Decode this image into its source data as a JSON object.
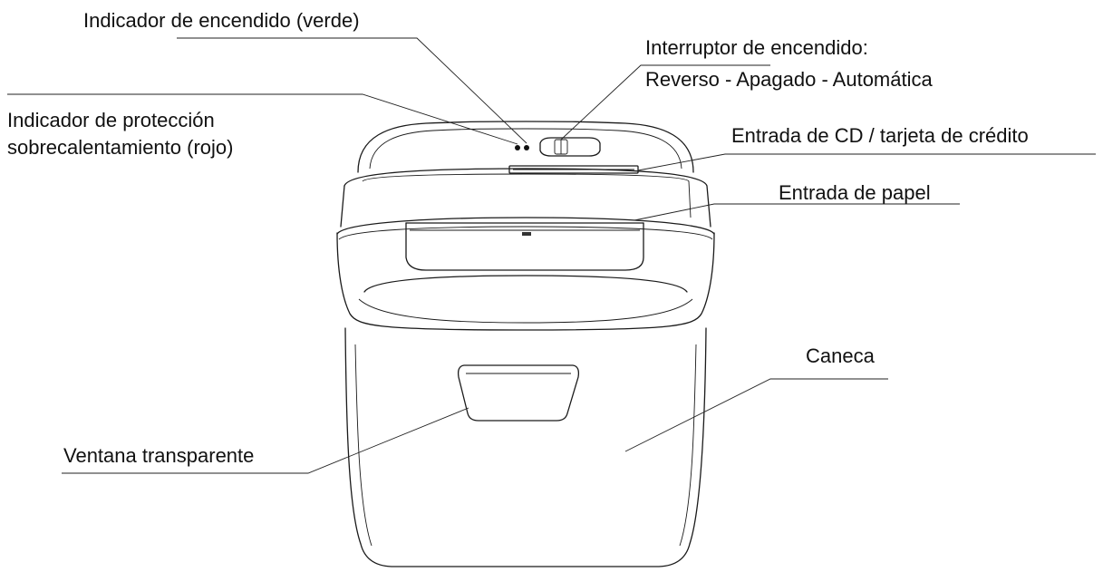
{
  "labels": {
    "power_indicator": "Indicador de encendido (verde)",
    "power_switch_title": "Interruptor de encendido:",
    "power_switch_modes": "Reverso - Apagado - Automática",
    "overheat_line1": "Indicador de protección",
    "overheat_line2": "sobrecalentamiento (rojo)",
    "cd_slot": "Entrada de CD / tarjeta de crédito",
    "paper_slot": "Entrada de papel",
    "bin": "Caneca",
    "window": "Ventana transparente"
  }
}
